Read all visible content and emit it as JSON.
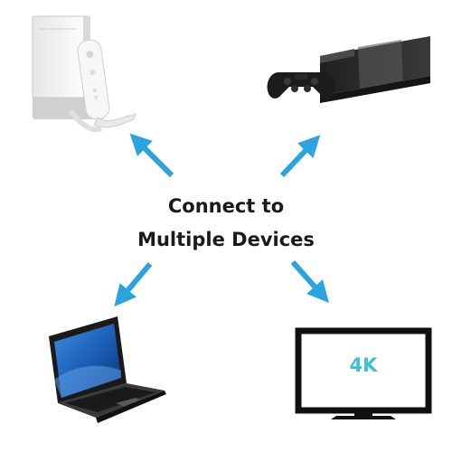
{
  "headline": {
    "line1": "Connect to",
    "line2": "Multiple Devices"
  },
  "tv": {
    "screen_label": "4K",
    "label_color": "#3cc0dc"
  },
  "colors": {
    "arrow": "#2aa3e0",
    "text": "#1a1a1a"
  },
  "icons": [
    "game-console-wii-icon",
    "game-console-ps4-icon",
    "laptop-icon",
    "tv-4k-icon",
    "arrow-icon"
  ]
}
